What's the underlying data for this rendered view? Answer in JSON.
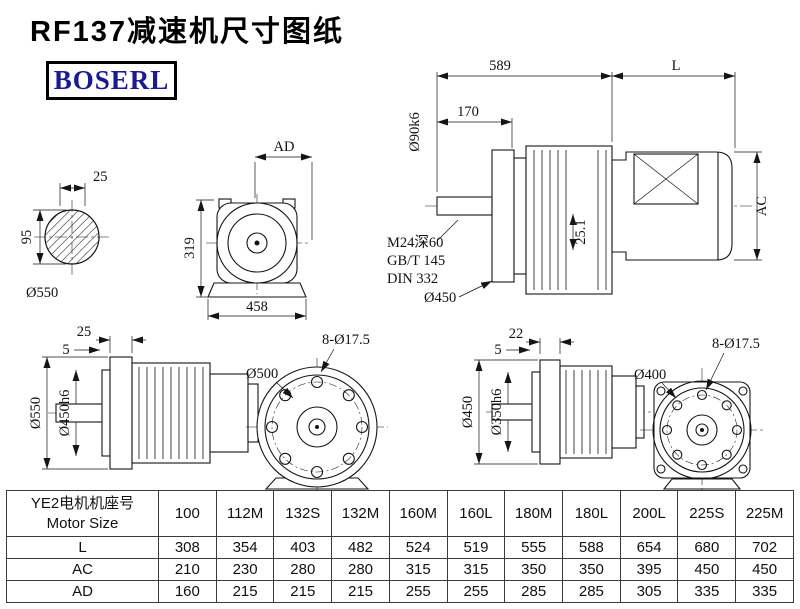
{
  "page": {
    "title": "RF137减速机尺寸图纸",
    "brand": "BOSERL",
    "brand_color": "#1b1b8f"
  },
  "dims": {
    "shaft_section": {
      "width": "25",
      "height": "95",
      "outer": "Ø550"
    },
    "flange_front": {
      "ad": "AD",
      "height": "319",
      "width": "458"
    },
    "main_view": {
      "length": "589",
      "motor_length": "L",
      "shaft_length": "170",
      "shaft_dia": "Ø90k6",
      "tap": "M24深60",
      "std1": "GB/T 145",
      "std2": "DIN 332",
      "flange_dia": "Ø450",
      "key_height": "25.1",
      "motor_height": "AC"
    },
    "side_left": {
      "flange_thickness": "25",
      "spigot_depth": "5",
      "outer": "Ø550",
      "spigot": "Ø450h6"
    },
    "face_left": {
      "bolt_circle": "Ø500",
      "holes": "8-Ø17.5"
    },
    "side_right": {
      "flange_thickness": "22",
      "spigot_depth": "5",
      "outer": "Ø450",
      "spigot": "Ø350h6"
    },
    "face_right": {
      "bolt_circle": "Ø400",
      "holes": "8-Ø17.5"
    }
  },
  "table": {
    "header_cn": "YE2电机机座号",
    "header_en": "Motor Size",
    "columns": [
      "100",
      "112M",
      "132S",
      "132M",
      "160M",
      "160L",
      "180M",
      "180L",
      "200L",
      "225S",
      "225M"
    ],
    "rows": [
      {
        "label": "L",
        "values": [
          "308",
          "354",
          "403",
          "482",
          "524",
          "519",
          "555",
          "588",
          "654",
          "680",
          "702"
        ]
      },
      {
        "label": "AC",
        "values": [
          "210",
          "230",
          "280",
          "280",
          "315",
          "315",
          "350",
          "350",
          "395",
          "450",
          "450"
        ]
      },
      {
        "label": "AD",
        "values": [
          "160",
          "215",
          "215",
          "215",
          "255",
          "255",
          "285",
          "285",
          "305",
          "335",
          "335"
        ]
      }
    ]
  }
}
